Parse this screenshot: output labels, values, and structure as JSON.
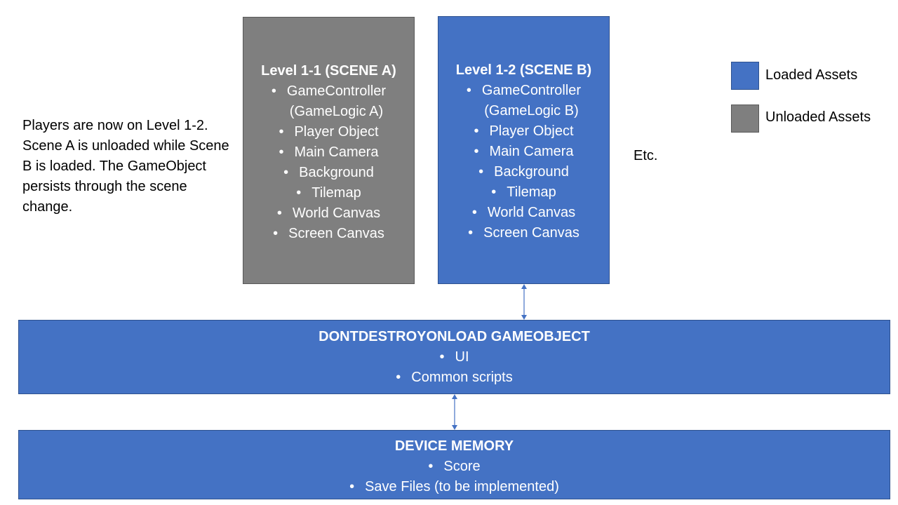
{
  "note": "Players are now on Level 1-2. Scene A is unloaded while Scene B is loaded. The GameObject persists through the scene change.",
  "etc_label": "Etc.",
  "bullet_glyph": "•",
  "scene_a": {
    "title": "Level 1-1 (SCENE A)",
    "items": [
      "GameController",
      "(GameLogic A)",
      "Player Object",
      "Main Camera",
      "Background",
      "Tilemap",
      "World Canvas",
      "Screen Canvas"
    ]
  },
  "scene_b": {
    "title": "Level 1-2 (SCENE B)",
    "items": [
      "GameController",
      "(GameLogic B)",
      "Player Object",
      "Main Camera",
      "Background",
      "Tilemap",
      "World Canvas",
      "Screen Canvas"
    ]
  },
  "dontdestroy": {
    "title": "DONTDESTROYONLOAD GAMEOBJECT",
    "items": [
      "UI",
      "Common scripts"
    ]
  },
  "device_memory": {
    "title": "DEVICE MEMORY",
    "items": [
      "Score",
      "Save Files (to be implemented)"
    ]
  },
  "legend": {
    "loaded": "Loaded Assets",
    "unloaded": "Unloaded Assets"
  },
  "colors": {
    "loaded": "#4472c4",
    "unloaded": "#7f7f7f",
    "arrow": "#4472c4"
  }
}
